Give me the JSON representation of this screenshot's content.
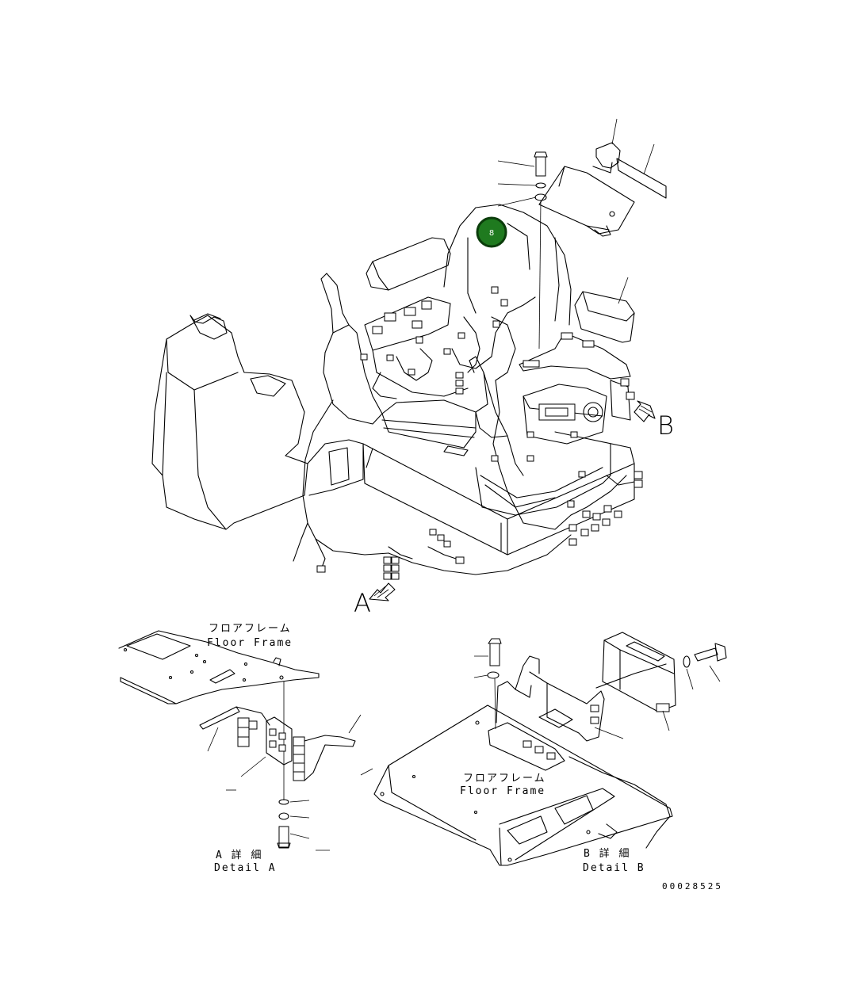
{
  "callout": {
    "number": "8",
    "fill": "#1f7a1f",
    "ring": "#0b3d0b"
  },
  "view_letters": {
    "a": "A",
    "b": "B"
  },
  "floor_frame_a": {
    "jp": "フロアフレーム",
    "en": "Floor Frame"
  },
  "floor_frame_b": {
    "jp": "フロアフレーム",
    "en": "Floor Frame"
  },
  "detail_a": {
    "jp": "A 詳 細",
    "en": "Detail A"
  },
  "detail_b": {
    "jp": "B 詳 細",
    "en": "Detail B"
  },
  "drawing_number": "00028525"
}
